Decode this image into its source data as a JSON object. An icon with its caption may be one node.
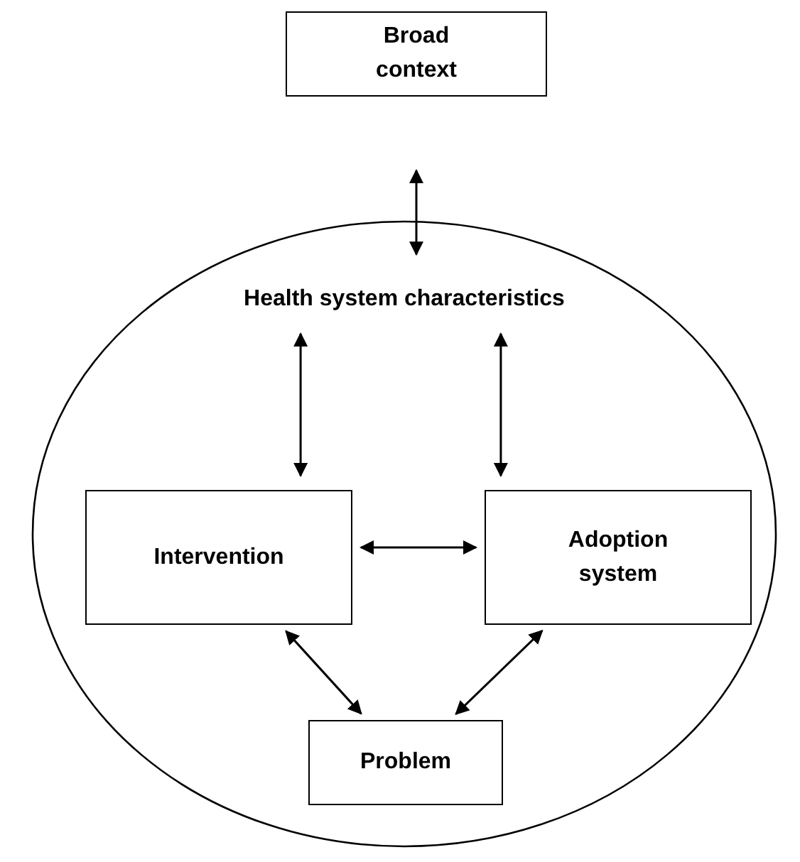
{
  "diagram": {
    "nodes": [
      {
        "text": [
          "Broad context"
        ]
      },
      {
        "text": [
          "Health system characteristics"
        ]
      },
      {
        "text": [
          "Intervention"
        ],
        "in": 1
      },
      {
        "text": [
          "Adoption system"
        ],
        "in": 1
      },
      {
        "text": [
          "Problem"
        ],
        "in": 1
      }
    ],
    "edges": [
      {
        "from": 0,
        "to": 1,
        "arrow": "both"
      },
      {
        "from": 1,
        "to": 2,
        "arrow": "both"
      },
      {
        "from": 1,
        "to": 3,
        "arrow": "both"
      },
      {
        "from": 2,
        "to": 3,
        "arrow": "both"
      },
      {
        "from": 2,
        "to": 4,
        "arrow": "both"
      },
      {
        "from": 3,
        "to": 4,
        "arrow": "both"
      }
    ]
  }
}
